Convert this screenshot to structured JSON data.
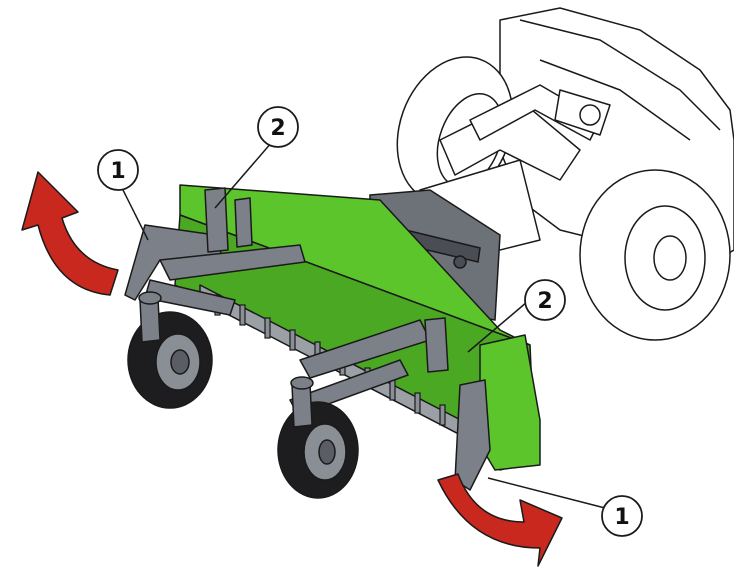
{
  "callouts": [
    {
      "label": "1"
    },
    {
      "label": "2"
    },
    {
      "label": "2"
    },
    {
      "label": "1"
    }
  ],
  "colors": {
    "attachment_green": "#5cc52c",
    "arm_gray": "#7c8088",
    "arrow_red": "#c8281e",
    "outline": "#1a1a1a",
    "tractor_fill": "#ffffff"
  },
  "icons": [
    "rotation-arrow-icon",
    "caster-wheel-icon",
    "tractor-tire-icon"
  ]
}
